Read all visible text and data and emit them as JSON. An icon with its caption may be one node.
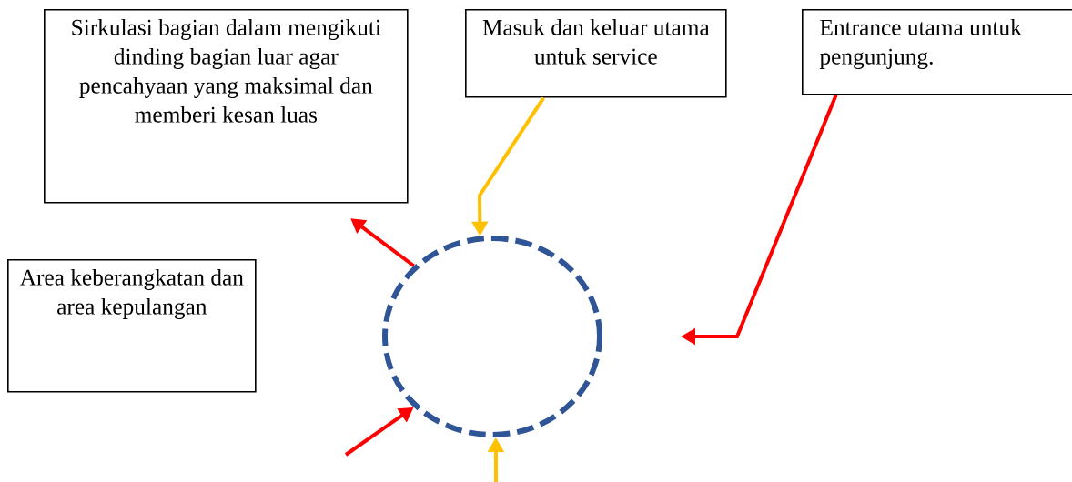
{
  "diagram": {
    "nodes": [
      {
        "text": [
          "Sirkulasi bagian dalam mengikuti dinding bagian luar agar pencahyaan yang maksimal dan memberi kesan luas"
        ]
      },
      {
        "text": [
          "Masuk dan keluar utama untuk service"
        ]
      },
      {
        "text": [
          "Entrance utama untuk pengunjung."
        ]
      },
      {
        "text": [
          "Area keberangkatan dan area kepulangan"
        ]
      },
      {
        "text": [],
        "shape": "circle"
      }
    ],
    "edges": [
      {
        "from": 1,
        "to": 4,
        "arrow": "to",
        "color": "#ffc000"
      },
      {
        "from": 2,
        "to": null,
        "arrow": "to",
        "color": "#ff0000"
      },
      {
        "from": 4,
        "to": null,
        "arrow": "to",
        "color": "#ff0000"
      },
      {
        "from": null,
        "to": 4,
        "arrow": "to",
        "color": "#ff0000"
      },
      {
        "from": null,
        "to": 4,
        "arrow": "to",
        "color": "#ffc000"
      }
    ]
  }
}
